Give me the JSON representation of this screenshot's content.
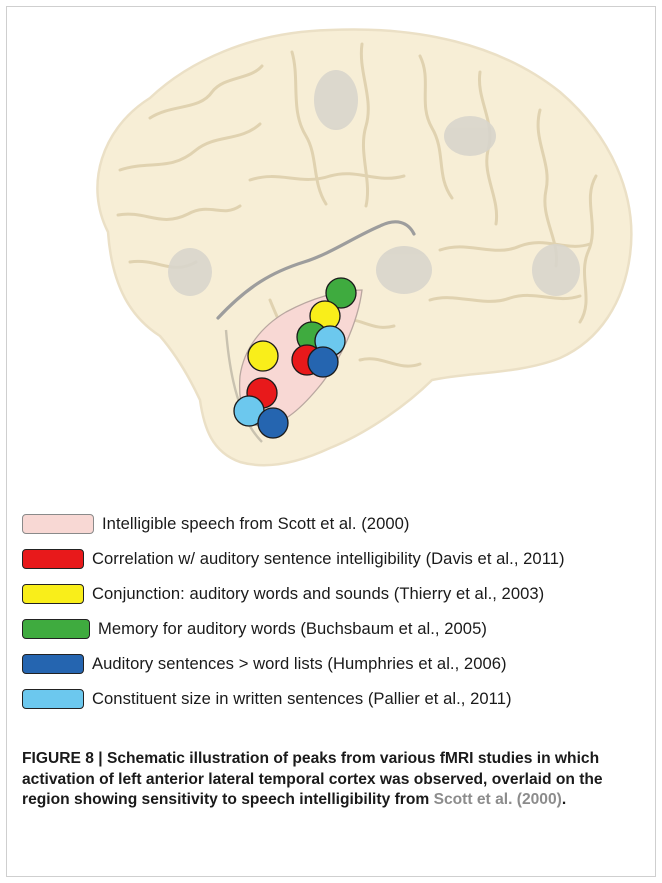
{
  "figure": {
    "legend": [
      {
        "label": "Intelligible speech from Scott et al. (2000)",
        "color": "#f8d8d4",
        "icon": "pink-region-swatch"
      },
      {
        "label": "Correlation w/ auditory sentence intelligibility (Davis et al., 2011)",
        "color": "#e8191b",
        "icon": "red-swatch"
      },
      {
        "label": "Conjunction: auditory words and sounds (Thierry et al., 2003)",
        "color": "#f9ee1a",
        "icon": "yellow-swatch"
      },
      {
        "label": "Memory for auditory words (Buchsbaum et al., 2005)",
        "color": "#3fab3f",
        "icon": "green-swatch"
      },
      {
        "label": "Auditory sentences > word lists (Humphries et al., 2006)",
        "color": "#2565b0",
        "icon": "blue-swatch"
      },
      {
        "label": "Constituent size in written sentences (Pallier et al., 2011)",
        "color": "#6cc8ee",
        "icon": "light-blue-swatch"
      }
    ],
    "caption": {
      "text": "FIGURE 8 | Schematic illustration of peaks from various fMRI studies in which activation of left anterior lateral temporal cortex was observed, overlaid on the region showing sensitivity to speech intelligibility from ",
      "citation": "Scott et al. (2000)",
      "end": "."
    },
    "colors": {
      "brain_fill": "#f7eed6",
      "brain_outline": "#ebe0c6",
      "sulcus": "#e0d2b0",
      "shadow": "#d8d5cc"
    }
  }
}
